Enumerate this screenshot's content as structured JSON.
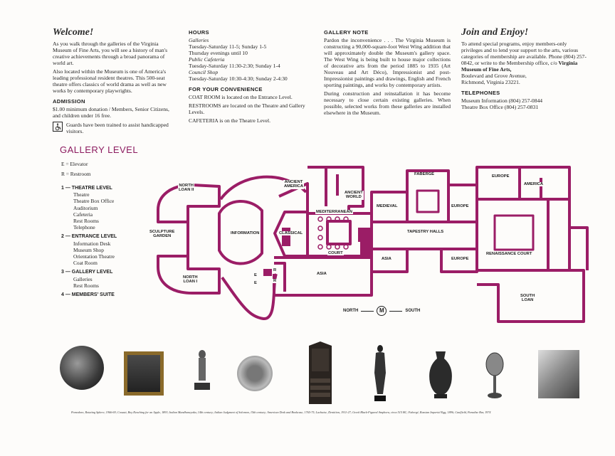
{
  "welcome": {
    "title": "Welcome!",
    "p1": "As you walk through the galleries of the Virginia Museum of Fine Arts, you will see a history of man's creative achievements through a broad panorama of world art.",
    "p2": "Also located within the Museum is one of America's leading professional resident theatres. This 500-seat theatre offers classics of world drama as well as new works by contemporary playwrights."
  },
  "admission": {
    "title": "ADMISSION",
    "text": "$1.00 minimum donation / Members, Senior Citizens, and children under 16 free.",
    "guards": "Guards have been trained to assist handicapped visitors."
  },
  "hours": {
    "title": "HOURS",
    "galleries_label": "Galleries",
    "galleries_1": "Tuesday-Saturday 11-5; Sunday 1-5",
    "galleries_2": "Thursday evenings until 10",
    "cafeteria_label": "Public Cafeteria",
    "cafeteria": "Tuesday-Saturday 11:30-2:30; Sunday 1-4",
    "council_label": "Council Shop",
    "council": "Tuesday-Saturday 10:30-4:30; Sunday 2-4:30"
  },
  "convenience": {
    "title": "FOR YOUR CONVENIENCE",
    "coat": "COAT ROOM is located on the Entrance Level.",
    "restrooms": "RESTROOMS are located on the Theatre and Gallery Levels.",
    "cafeteria": "CAFETERIA is on the Theatre Level."
  },
  "note": {
    "title": "GALLERY NOTE",
    "p1": "Pardon the inconvenience . . . The Virginia Museum is constructing a 90,000-square-foot West Wing addition that will approximately double the Museum's gallery space. The West Wing is being built to house major collections of decorative arts from the period 1885 to 1935 (Art Nouveau and Art Déco), Impressionist and post-Impressionist paintings and drawings, English and French sporting paintings, and works by contemporary artists.",
    "p2": "During construction and reinstallation it has become necessary to close certain existing galleries. When possible, selected works from these galleries are installed elsewhere in the Museum."
  },
  "join": {
    "title": "Join and Enjoy!",
    "text_a": "To attend special programs, enjoy members-only privileges and to lend your support to the arts, various categories of membership are available. Phone (804) 257-0842, or write to the Membership office, c/o ",
    "text_b": "Virginia Museum of Fine Arts,",
    "addr1": "Boulevard and Grove Avenue,",
    "addr2": "Richmond, Virginia 23221."
  },
  "telephones": {
    "title": "TELEPHONES",
    "info": "Museum Information (804) 257-0844",
    "box": "Theatre Box Office (804) 257-0831"
  },
  "legend": {
    "title": "GALLERY LEVEL",
    "elevator": "E = Elevator",
    "restroom": "R = Restroom",
    "levels": [
      {
        "num": "1 — ",
        "name": "THEATRE LEVEL",
        "items": [
          "Theatre",
          "Theatre Box Office",
          "Auditorium",
          "Cafeteria",
          "Rest Rooms",
          "Telephone"
        ]
      },
      {
        "num": "2 — ",
        "name": "ENTRANCE LEVEL",
        "items": [
          "Information Desk",
          "Museum Shop",
          "Orientation Theatre",
          "Coat Room"
        ]
      },
      {
        "num": "3 — ",
        "name": "GALLERY LEVEL",
        "items": [
          "Galleries",
          "Rest Rooms"
        ]
      },
      {
        "num": "4 — ",
        "name": "MEMBERS' SUITE",
        "items": []
      }
    ]
  },
  "map": {
    "accent_color": "#9b1d66",
    "rooms": {
      "north_loan_2": "NORTH\nLOAN II",
      "north_loan_1": "NORTH\nLOAN I",
      "sculpture": "SCULPTURE\nGARDEN",
      "information": "INFORMATION",
      "classical": "CLASSICAL",
      "ancient_america": "ANCIENT\nAMERICA",
      "ancient_world": "ANCIENT\nWORLD",
      "mediterranean": "MEDITERRANEAN",
      "court": "COURT",
      "asia_top": "ASIA",
      "asia_mid": "ASIA",
      "medieval": "MEDIEVAL",
      "faberge": "FABERGÉ",
      "europe_1": "EUROPE",
      "europe_2": "EUROPE",
      "europe_3": "EUROPE",
      "america": "AMERICA",
      "tapestry": "TAPESTRY HALLS",
      "renaissance": "RENAISSANCE COURT",
      "south_loan": "SOUTH\nLOAN",
      "e1": "E",
      "e2": "E",
      "r1": "R",
      "r2": "R"
    },
    "compass_north": "NORTH",
    "compass_south": "SOUTH",
    "compass_mark": "M"
  },
  "caption": "Pomodoro, Rotating Sphere, 1966-69; Cossutt, Boy Reaching for an Apple, 1893; Indian Mandhaneyaka, 14th century; Italian Judgment of Solomon, 15th century; American Desk and Bookcase, 1765-75; Lachaise, Dentition, 1911-27; Greek Black-Figured Amphora, circa 515 BC; Fabergé, Russian Imperial Egg, 1896; Caulfield, Paradise Bar, 1974"
}
